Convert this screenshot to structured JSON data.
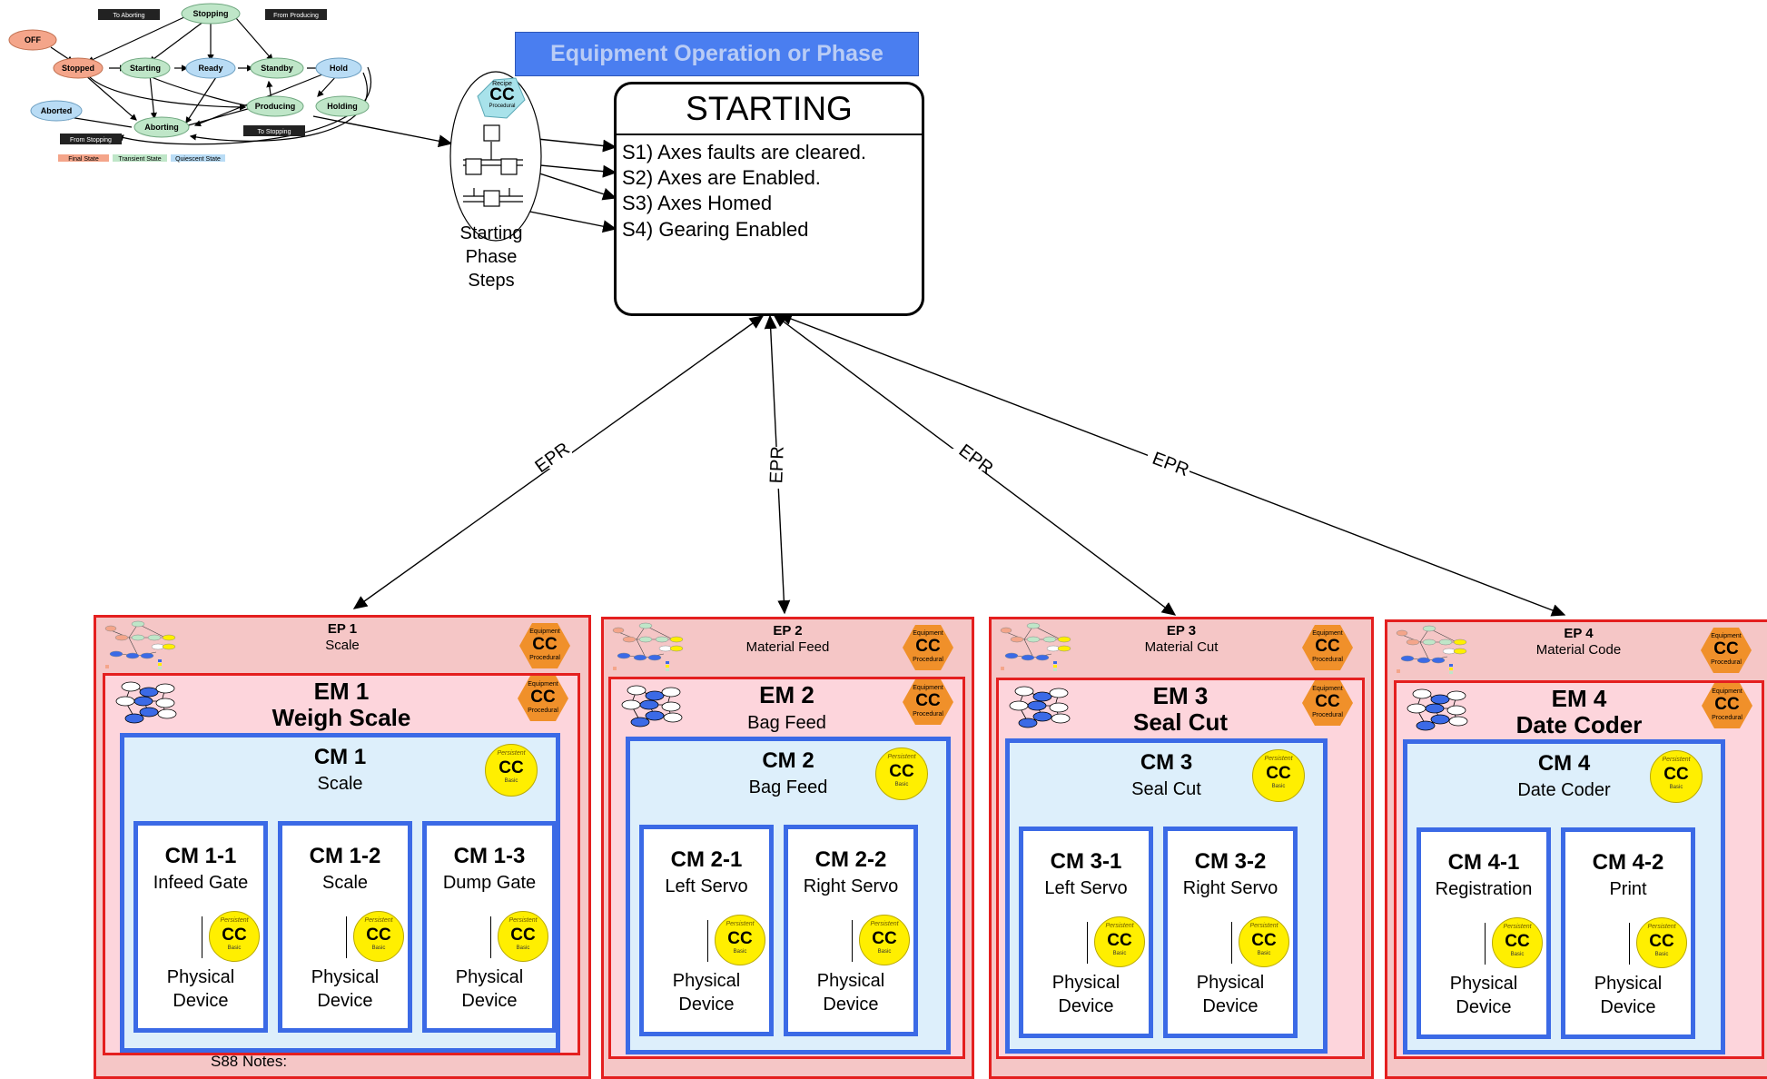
{
  "state_machine": {
    "states": [
      "OFF",
      "Stopped",
      "Starting",
      "Ready",
      "Standby",
      "Hold",
      "Stopping",
      "Aborted",
      "Aborting",
      "Producing",
      "Holding"
    ],
    "transitions": [
      "To Aborting",
      "From Producing",
      "To Stopping",
      "From Stopping"
    ],
    "legend": [
      "Final State",
      "Transient State",
      "Quiescent State"
    ]
  },
  "header": {
    "title": "Equipment Operation or Phase",
    "state_name": "STARTING",
    "steps": [
      "S1) Axes faults are cleared.",
      "S2) Axes are Enabled.",
      "S3) Axes Homed",
      "S4) Gearing Enabled"
    ]
  },
  "phase_steps": {
    "label_lines": [
      "Starting",
      "Phase",
      "Steps"
    ],
    "cc_tag": "Recipe",
    "cc_label": "CC",
    "cc_kind": "Procedural"
  },
  "links": {
    "label": "EPR"
  },
  "cc": {
    "label": "CC",
    "equipment": "Equipment",
    "procedural": "Procedural",
    "persistent": "Persistent",
    "basic": "Basic"
  },
  "device_lines": [
    "Physical",
    "Device"
  ],
  "eps": [
    {
      "ep": "EP 1",
      "ep_name": "Scale",
      "em": "EM 1",
      "em_name": "Weigh Scale",
      "em_bold": true,
      "cm": "CM 1",
      "cm_name": "Scale",
      "subs": [
        {
          "id": "CM 1-1",
          "name": "Infeed Gate"
        },
        {
          "id": "CM 1-2",
          "name": "Scale"
        },
        {
          "id": "CM 1-3",
          "name": "Dump Gate"
        }
      ]
    },
    {
      "ep": "EP 2",
      "ep_name": "Material Feed",
      "em": "EM 2",
      "em_name": "Bag Feed",
      "em_bold": false,
      "cm": "CM 2",
      "cm_name": "Bag Feed",
      "subs": [
        {
          "id": "CM 2-1",
          "name": "Left Servo"
        },
        {
          "id": "CM 2-2",
          "name": "Right Servo"
        }
      ]
    },
    {
      "ep": "EP 3",
      "ep_name": "Material Cut",
      "em": "EM 3",
      "em_name": "Seal Cut",
      "em_bold": true,
      "cm": "CM 3",
      "cm_name": "Seal Cut",
      "subs": [
        {
          "id": "CM 3-1",
          "name": "Left Servo"
        },
        {
          "id": "CM 3-2",
          "name": "Right Servo"
        }
      ]
    },
    {
      "ep": "EP 4",
      "ep_name": "Material Code",
      "em": "EM 4",
      "em_name": "Date Coder",
      "em_bold": true,
      "cm": "CM 4",
      "cm_name": "Date Coder",
      "subs": [
        {
          "id": "CM 4-1",
          "name": "Registration"
        },
        {
          "id": "CM 4-2",
          "name": "Print"
        }
      ]
    }
  ],
  "notes": "S88 Notes:",
  "colors": {
    "ep_fill": "#f5c6c6",
    "em_fill": "#fdd5dc",
    "border_red": "#e41f1f",
    "cm_fill": "#ddeffb",
    "cm_border": "#3b6ae6",
    "header_fill": "#4a7ef0",
    "cc_yellow": "#ffef00",
    "cc_orange": "#f0902a"
  }
}
